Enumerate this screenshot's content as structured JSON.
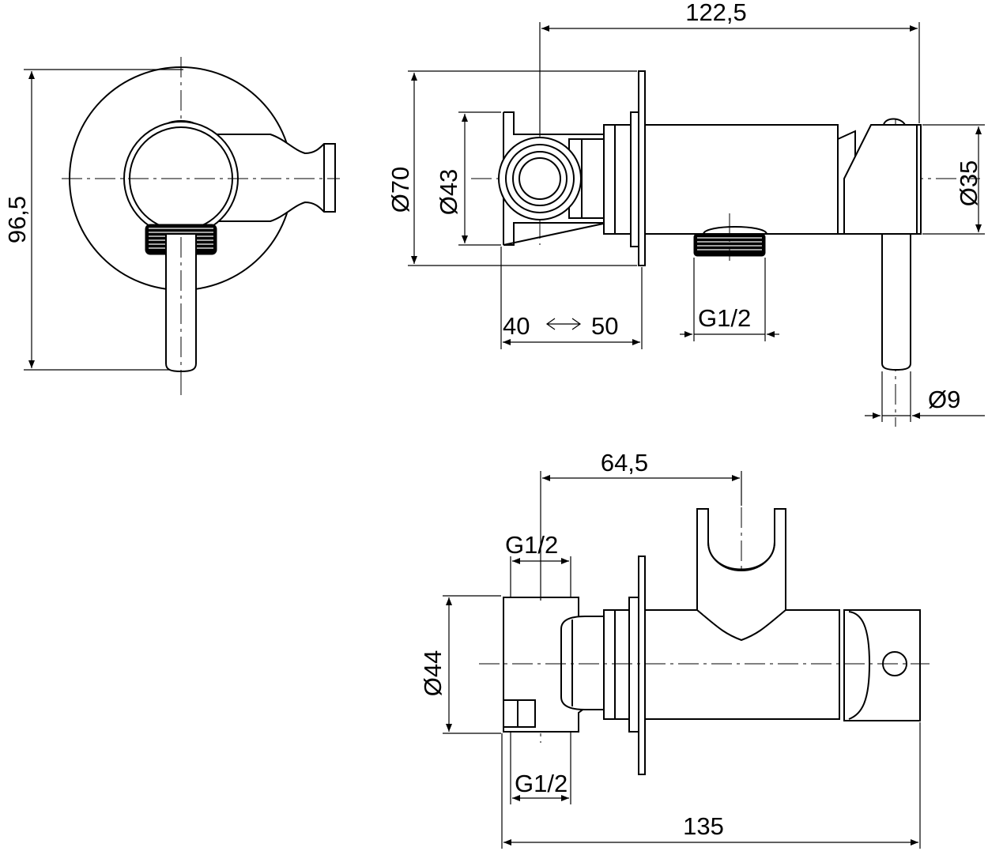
{
  "dimensions": {
    "front_height": "96,5",
    "side_overall_length": "122,5",
    "side_rosette_diameter": "Ø70",
    "side_body_diameter": "Ø43",
    "side_handle_diameter": "Ø35",
    "side_depth_min": "40",
    "side_depth_max": "50",
    "side_outlet_thread": "G1/2",
    "side_lever_diameter": "Ø9",
    "top_holder_distance": "64,5",
    "top_inlet_thread": "G1/2",
    "top_body_diameter": "Ø44",
    "top_outlet_thread": "G1/2",
    "top_overall_length": "135"
  }
}
